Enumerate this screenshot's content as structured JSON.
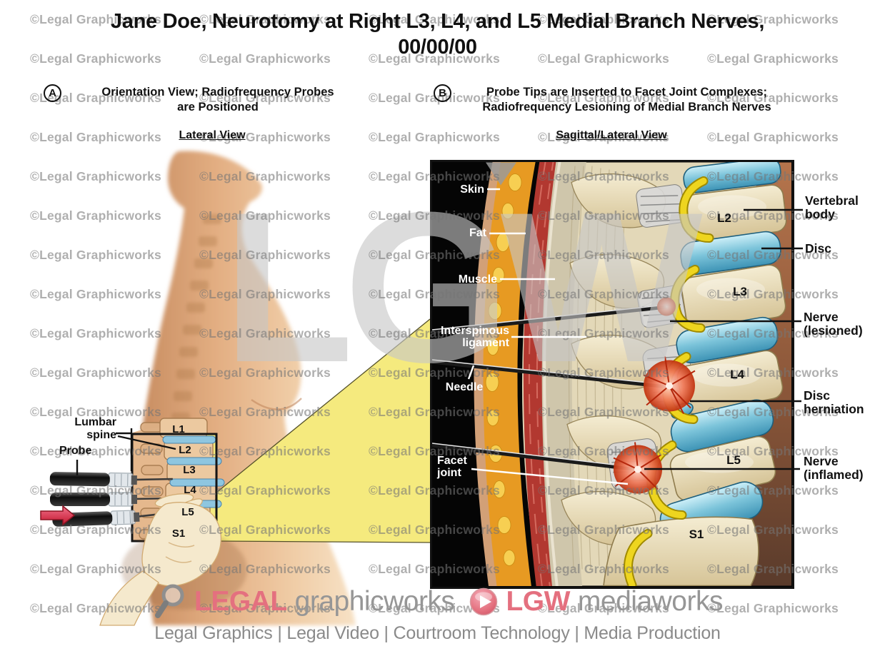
{
  "title": {
    "line1": "Jane Doe, Neurotomy at Right L3, L4, and L5 Medial Branch Nerves,",
    "line2": "00/00/00"
  },
  "watermark": {
    "text": "©Legal Graphicworks",
    "big_text": "LGW",
    "color": "#9a9a9a"
  },
  "panel_a": {
    "badge": "A",
    "heading_line1": "Orientation View; Radiofrequency Probes",
    "heading_line2": "are Positioned",
    "view_label": "Lateral View",
    "labels": {
      "lumbar_line1": "Lumbar",
      "lumbar_line2": "spine",
      "probe": "Probe"
    },
    "vertebrae": [
      "L1",
      "L2",
      "L3",
      "L4",
      "L5",
      "S1"
    ]
  },
  "panel_b": {
    "badge": "B",
    "heading_line1": "Probe Tips are Inserted to Facet Joint Complexes;",
    "heading_line2": "Radiofrequency Lesioning of Medial Branch Nerves",
    "view_label": "Sagittal/Lateral View",
    "left_labels": {
      "skin": "Skin",
      "fat": "Fat",
      "muscle": "Muscle",
      "interspinous_line1": "Interspinous",
      "interspinous_line2": "ligament",
      "needle": "Needle",
      "facet_line1": "Facet",
      "facet_line2": "joint"
    },
    "right_labels": {
      "vertebral_line1": "Vertebral",
      "vertebral_line2": "body",
      "disc": "Disc",
      "nerve_lesioned_line1": "Nerve",
      "nerve_lesioned_line2": "(lesioned)",
      "herniation_line1": "Disc",
      "herniation_line2": "herniation",
      "nerve_inflamed_line1": "Nerve",
      "nerve_inflamed_line2": "(inflamed)"
    },
    "vertebrae": [
      "L2",
      "L3",
      "L4",
      "L5",
      "S1"
    ]
  },
  "footer": {
    "brand1_accent": "LEGAL",
    "brand1_rest": "graphicworks",
    "brand2_accent": "LGW",
    "brand2_rest": "mediaworks",
    "tagline": "Legal Graphics | Legal Video | Courtroom Technology | Media Production",
    "accent_color": "#e4707f",
    "gray_color": "#969696"
  },
  "icons": {
    "footer_magnifier": "magnifier-icon",
    "footer_play": "play-icon",
    "probe_direction": "red-arrow-right"
  }
}
